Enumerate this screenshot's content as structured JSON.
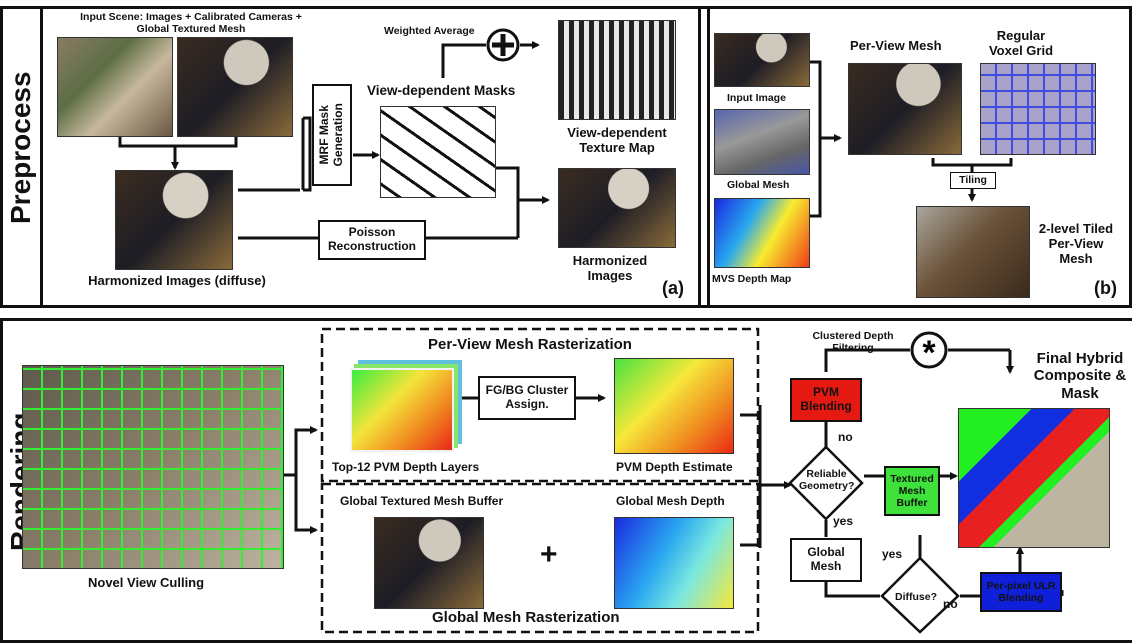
{
  "top_left": {
    "input_scene": "Input Scene: Images + Calibrated Cameras + Global Textured  Mesh",
    "weighted_average": "Weighted Average",
    "view_dependent_masks": "View-dependent Masks",
    "mrf_mask_generation": "MRF Mask Generation",
    "view_dependent_texture_map": "View-dependent Texture Map",
    "poisson_reconstruction": "Poisson Reconstruction",
    "harmonized_images_diffuse": "Harmonized Images (diffuse)",
    "harmonized_images": "Harmonized Images",
    "panel_label": "(a)"
  },
  "top_right": {
    "input_image": "Input Image",
    "global_mesh": "Global Mesh",
    "mvs_depth_map": "MVS Depth Map",
    "per_view_mesh": "Per-View Mesh",
    "regular_voxel_grid": "Regular Voxel Grid",
    "tiling": "Tiling",
    "tiled_mesh": "2-level Tiled Per-View Mesh",
    "panel_label": "(b)"
  },
  "side_labels": {
    "preprocess": "Preprocess",
    "rendering": "Rendering"
  },
  "bottom": {
    "novel_view_culling": "Novel View Culling",
    "pvm_rasterization": "Per-View Mesh Rasterization",
    "fg_bg": "FG/BG Cluster Assign.",
    "top12": "Top-12 PVM Depth Layers",
    "pvm_depth_estimate": "PVM Depth Estimate",
    "global_textured_buffer": "Global Textured Mesh Buffer",
    "global_mesh_depth": "Global Mesh Depth",
    "plus": "+",
    "global_mesh_rasterization": "Global Mesh Rasterization",
    "clustered_depth_filtering": "Clustered Depth Filtering",
    "pvm_blending": "PVM Blending",
    "no1": "no",
    "reliable_geometry": "Reliable Geometry?",
    "yes1": "yes",
    "global_mesh": "Global Mesh",
    "textured_mesh_buffer": "Textured Mesh Buffer",
    "yes2": "yes",
    "diffuse": "Diffuse?",
    "no2": "no",
    "per_pixel_ulr": "Per-pixel ULR Blending",
    "final_hybrid": "Final Hybrid Composite & Mask"
  },
  "colors": {
    "pvm_blending": "#e41a12",
    "textured_mesh_buffer": "#3fe23a",
    "per_pixel_ulr": "#1020d8",
    "grid_green": "#33ee33"
  }
}
